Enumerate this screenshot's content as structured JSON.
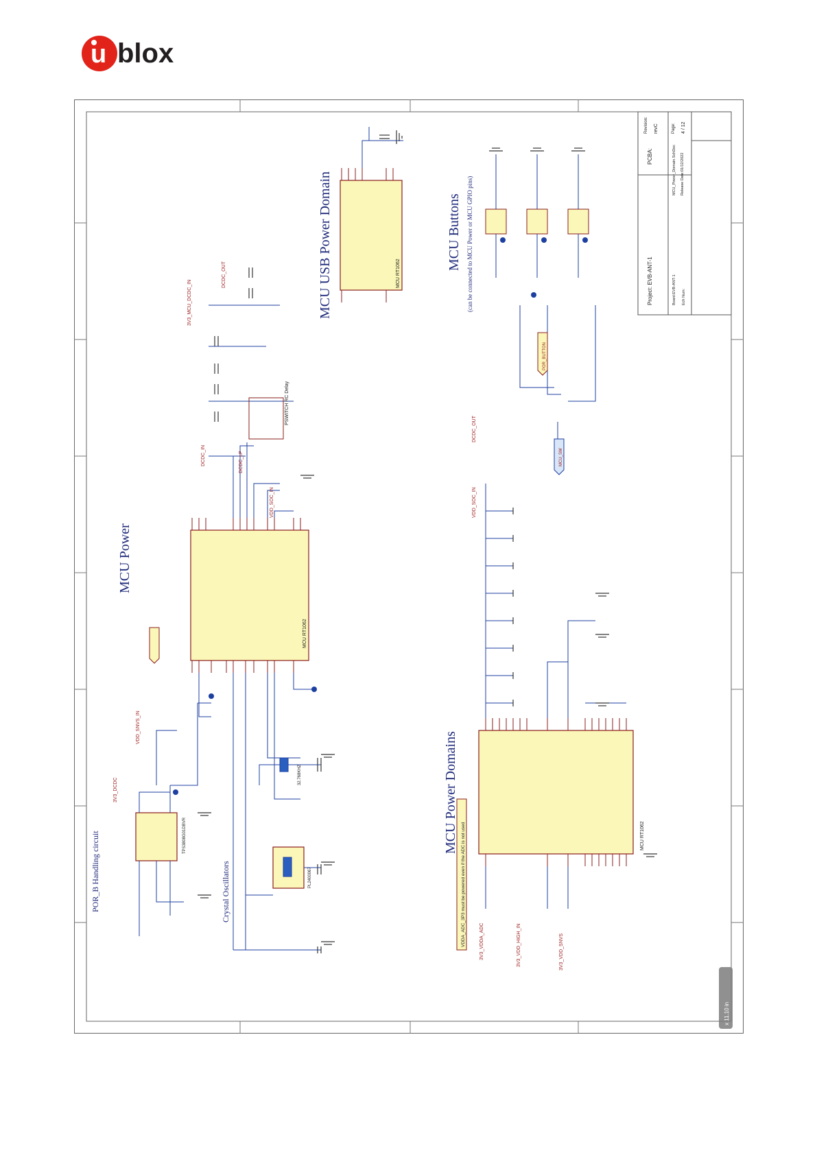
{
  "logo": {
    "text_u": "u",
    "text_blox": "blox",
    "brand_color": "#e2231a"
  },
  "sheet": {
    "border_color": "#555555",
    "block_fill": "#fbf7b8",
    "block_stroke": "#8a1c1c",
    "title_color": "#1f2a7a",
    "section_titles": {
      "mcu_power": "MCU Power",
      "usb_domain": "MCU USB Power Domain",
      "buttons": "MCU Buttons",
      "buttons_note": "(can be connected to MCU Power or MCU GPIO pins)",
      "power_domains": "MCU Power Domains",
      "por": "POR_B Handling circuit",
      "crystal": "Crystal Oscillators"
    },
    "parts": {
      "u14b": "MCU RT1062",
      "u14c": "MCU RT1062",
      "u14a": "MCU RT1062",
      "u15": "TPS3808G01DBVR",
      "y1": "PL2400067",
      "y2": "32.768KHZ"
    },
    "nets": {
      "vdd_snvs": "VDD_SNVS_IN",
      "v3_dcdc": "3V3_DCDC",
      "dcdc_in": "DCDC_IN",
      "dcdc_lp": "DCDC_LP",
      "dcdc_out": "DCDC_OUT",
      "pswitch_delay": "PSWITCH RC Delay",
      "v3_mcu_dcdc": "3V3_MCU_DCDC_IN",
      "vdd_soc_in": "VDD_SOC_IN",
      "mcu_sw": "MCU_SW",
      "por_button": "POR_BUTTON",
      "gnd": "GND",
      "adc_note": "VDDA_ADC_3P3 must be powered even if the ADC is not used",
      "v3_vdda_adc": "3V3_VDDA_ADC",
      "v3_vdd_high": "3V3_VDD_HIGH_IN",
      "v3_vdd_snvs": "3V3_VDD_SNVS"
    },
    "title_block": {
      "project": "Project: EVB-ANT-1",
      "pcba": "PCBA:",
      "revision": "Revision:",
      "rev_value": "revC",
      "page": "Page:",
      "page_value": "4 / 12",
      "board": "Board:EVB-ANT-1",
      "file": "MCU_Power_Domain.SchDoc",
      "release": "Release Date:01/12/2022",
      "ech": "Ech Num:"
    },
    "zoom_overlay": "x 11.10 in"
  }
}
